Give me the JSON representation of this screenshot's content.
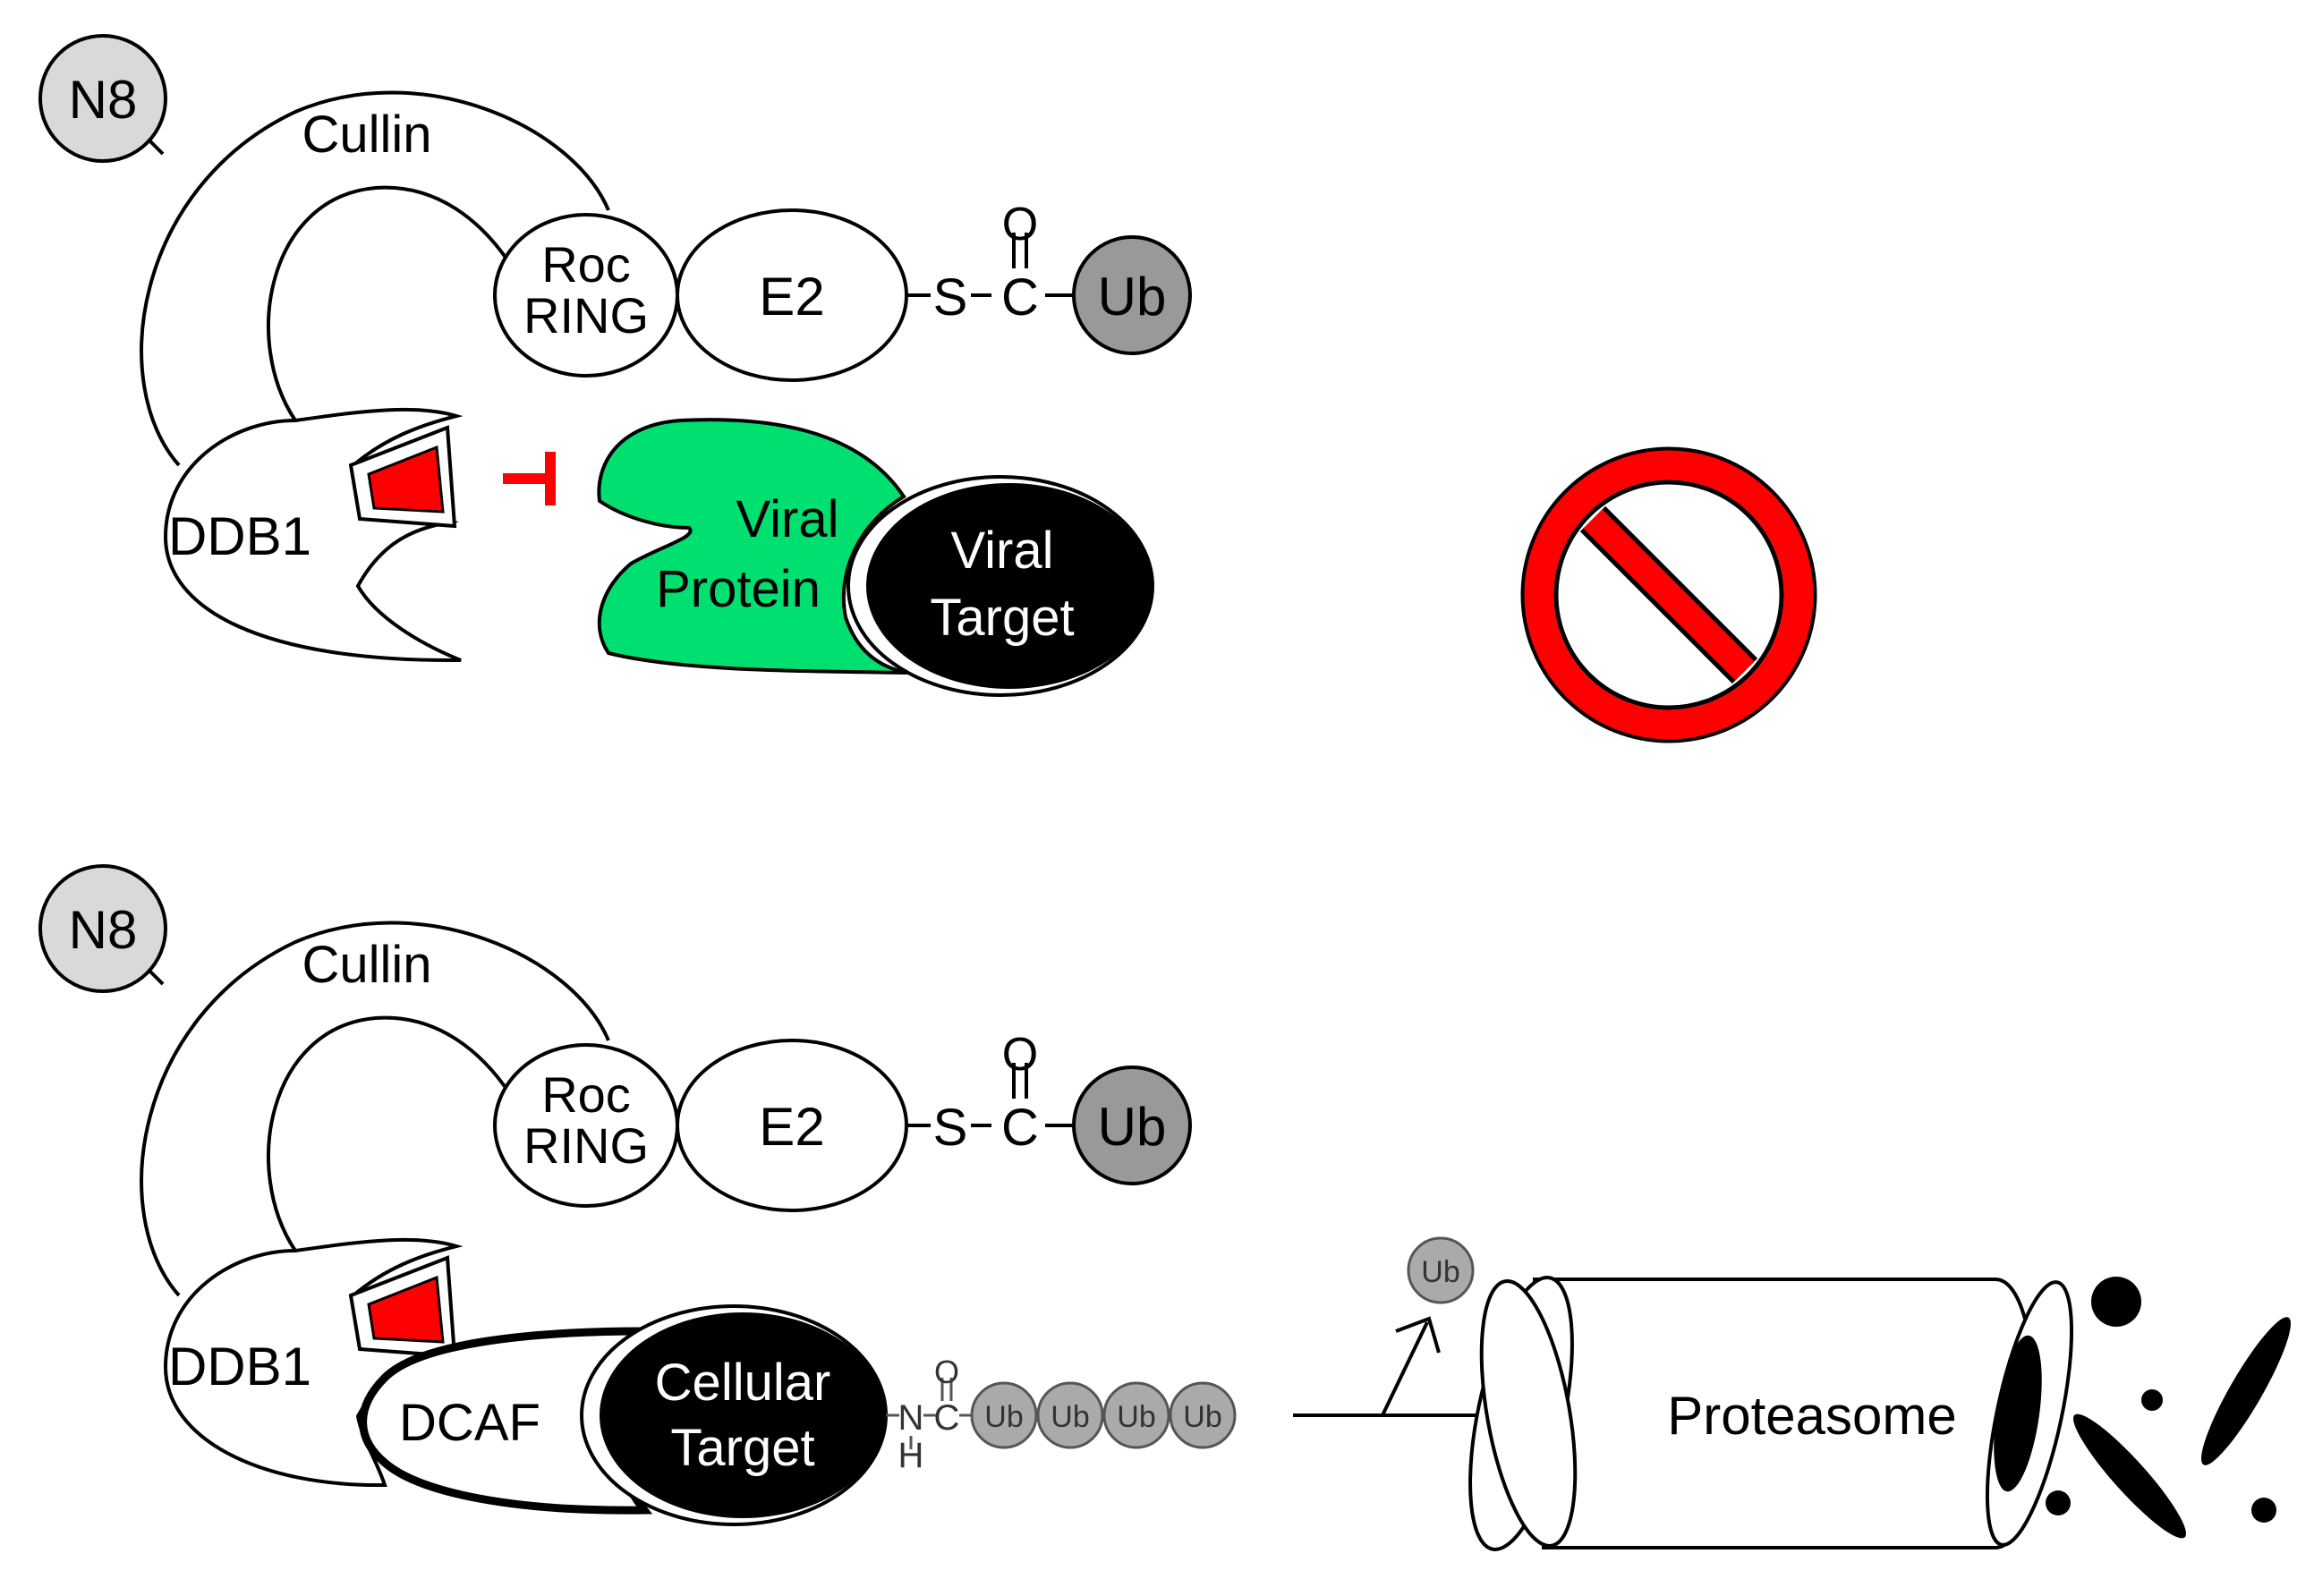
{
  "top_panel": {
    "n8": "N8",
    "cullin": "Cullin",
    "roc_line1": "Roc",
    "roc_line2": "RING",
    "e2": "E2",
    "thioester_s": "S",
    "thioester_c": "C",
    "thioester_o": "O",
    "ub": "Ub",
    "ddb1": "DDB1",
    "viral_protein_line1": "Viral",
    "viral_protein_line2": "Protein",
    "viral_target_line1": "Viral",
    "viral_target_line2": "Target"
  },
  "bottom_panel": {
    "n8": "N8",
    "cullin": "Cullin",
    "roc_line1": "Roc",
    "roc_line2": "RING",
    "e2": "E2",
    "thioester_s": "S",
    "thioester_c": "C",
    "thioester_o": "O",
    "ub": "Ub",
    "ddb1": "DDB1",
    "dcaf": "DCAF",
    "cellular_target_line1": "Cellular",
    "cellular_target_line2": "Target",
    "amide_n": "N",
    "amide_h": "H",
    "amide_c": "C",
    "amide_o": "O",
    "ub_chain": [
      "Ub",
      "Ub",
      "Ub",
      "Ub"
    ],
    "released_ub": "Ub",
    "proteasome": "Proteasome"
  },
  "icons": {
    "inhibition": "inhibition-bar-icon",
    "prohibited": "prohibited-sign-icon",
    "degradation_fragments": "peptide-fragments-icon"
  },
  "colors": {
    "viral_protein": "#00e070",
    "ddb1_pocket": "#ff0000",
    "inhibition": "#ff0000",
    "prohibited_sign": "#ff0000",
    "ub_fill": "#999999",
    "ub_chain_fill": "#aaaaaa",
    "n8_fill": "#d9d9d9",
    "target_fill": "#000000"
  }
}
